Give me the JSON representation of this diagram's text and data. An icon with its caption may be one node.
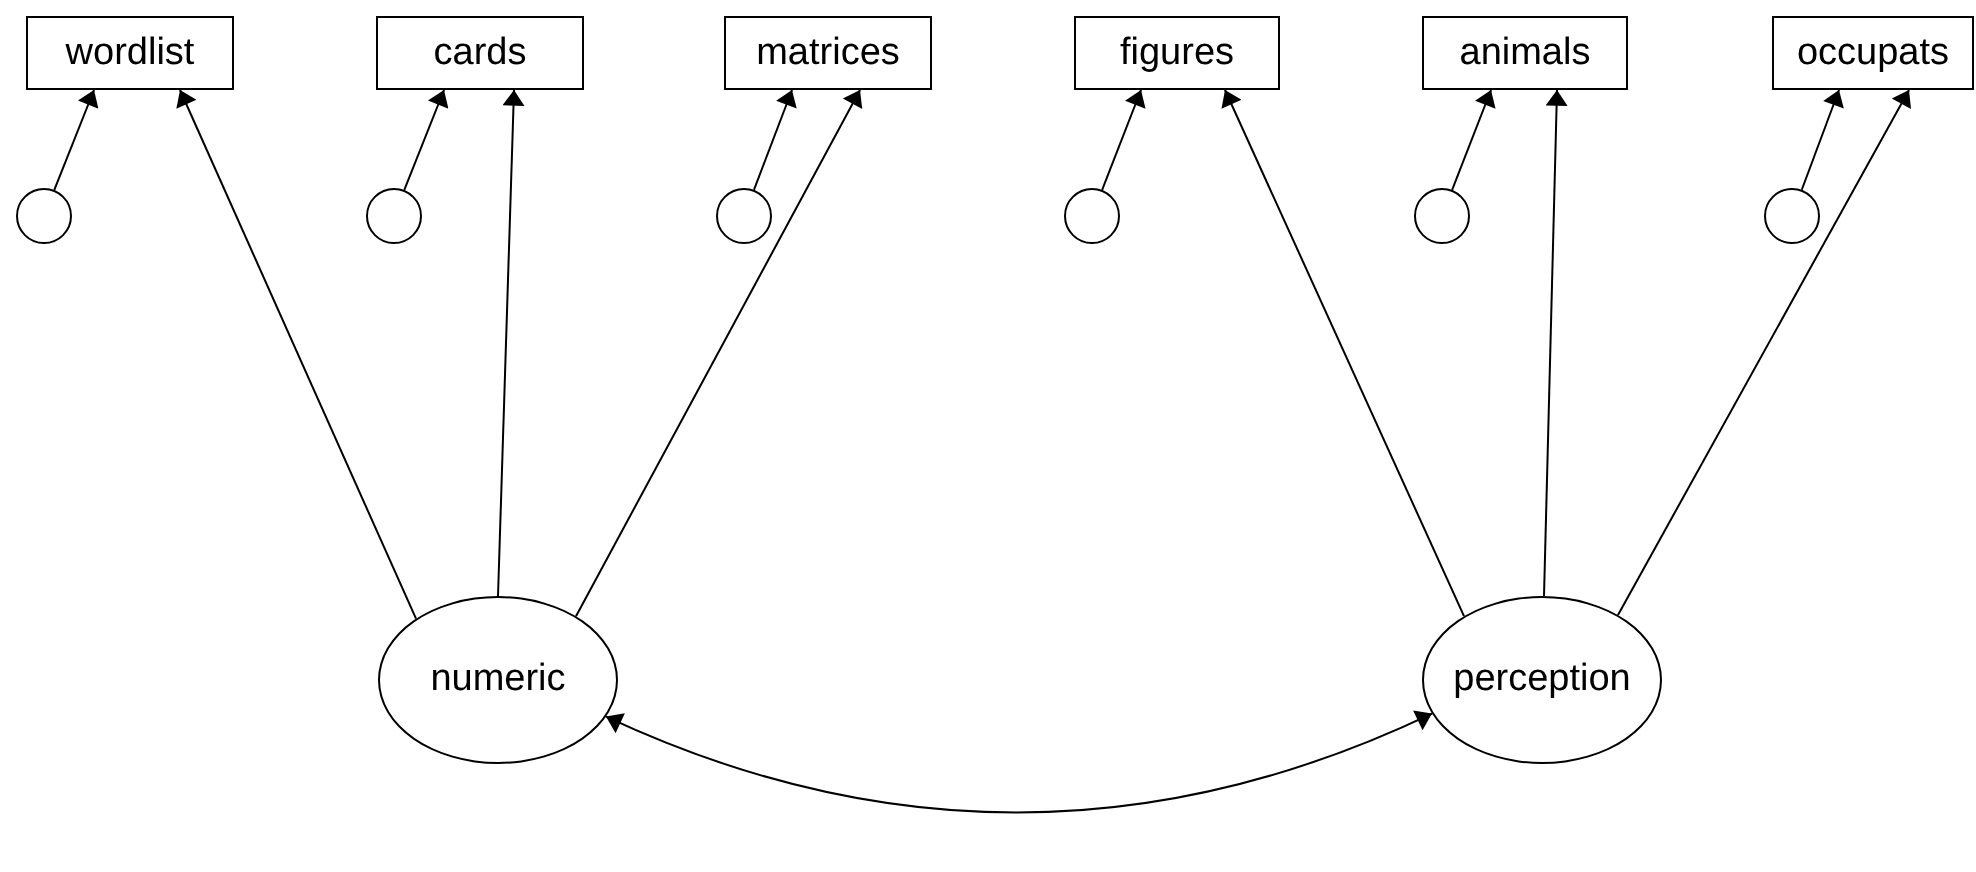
{
  "diagram": {
    "nodes": [
      {
        "text": [
          "wordlist"
        ]
      },
      {
        "text": [
          "cards"
        ]
      },
      {
        "text": [
          "matrices"
        ]
      },
      {
        "text": [
          "figures"
        ]
      },
      {
        "text": [
          "animals"
        ]
      },
      {
        "text": [
          "occupats"
        ]
      },
      {
        "text": [],
        "shape": "circle"
      },
      {
        "text": [],
        "shape": "circle"
      },
      {
        "text": [],
        "shape": "circle"
      },
      {
        "text": [],
        "shape": "circle"
      },
      {
        "text": [],
        "shape": "circle"
      },
      {
        "text": [],
        "shape": "circle"
      },
      {
        "text": [
          "numeric"
        ]
      },
      {
        "text": [
          "perception"
        ]
      }
    ],
    "edges": [
      {
        "from": 6,
        "to": 0,
        "arrow": "to"
      },
      {
        "from": 7,
        "to": 1,
        "arrow": "to"
      },
      {
        "from": 8,
        "to": 2,
        "arrow": "to"
      },
      {
        "from": 9,
        "to": 3,
        "arrow": "to"
      },
      {
        "from": 10,
        "to": 4,
        "arrow": "to"
      },
      {
        "from": 11,
        "to": 5,
        "arrow": "to"
      },
      {
        "from": 12,
        "to": 0,
        "arrow": "to"
      },
      {
        "from": 12,
        "to": 1,
        "arrow": "to"
      },
      {
        "from": 12,
        "to": 2,
        "arrow": "to"
      },
      {
        "from": 13,
        "to": 3,
        "arrow": "to"
      },
      {
        "from": 13,
        "to": 4,
        "arrow": "to"
      },
      {
        "from": 13,
        "to": 5,
        "arrow": "to"
      },
      {
        "from": 12,
        "to": 13,
        "arrow": "both"
      }
    ]
  }
}
